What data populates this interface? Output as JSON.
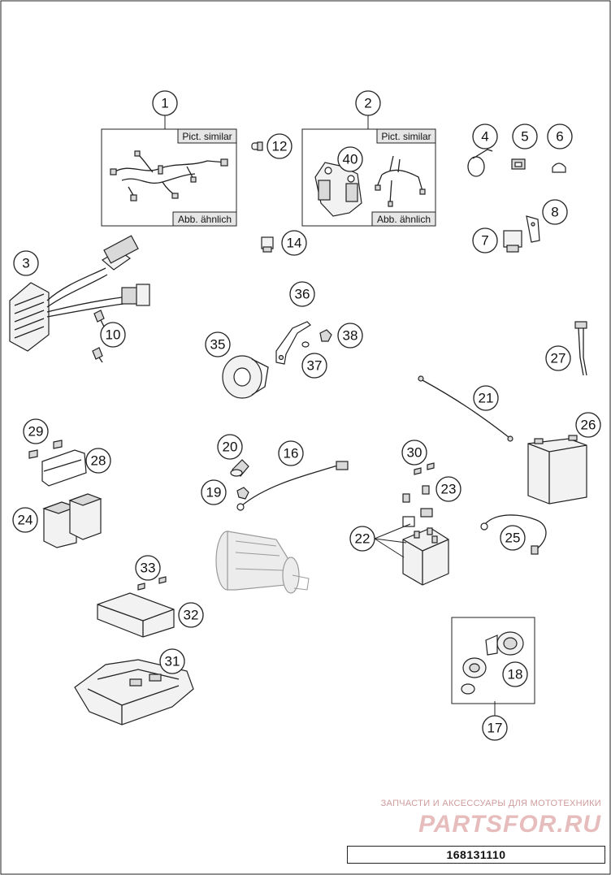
{
  "diagram": {
    "callouts": [
      "1",
      "2",
      "3",
      "4",
      "5",
      "6",
      "7",
      "8",
      "10",
      "12",
      "14",
      "16",
      "17",
      "18",
      "19",
      "20",
      "21",
      "22",
      "23",
      "24",
      "25",
      "26",
      "27",
      "28",
      "29",
      "30",
      "31",
      "32",
      "33",
      "35",
      "36",
      "37",
      "38",
      "40"
    ],
    "tags": {
      "pict_similar": "Pict. similar",
      "abb_aehnlich": "Abb. ähnlich"
    },
    "watermark": {
      "subtitle": "ЗАПЧАСТИ И АКСЕССУАРЫ ДЛЯ МОТОТЕХНИКИ",
      "brand": "PARTSFOR.RU"
    },
    "drawing_code": "168131110"
  }
}
